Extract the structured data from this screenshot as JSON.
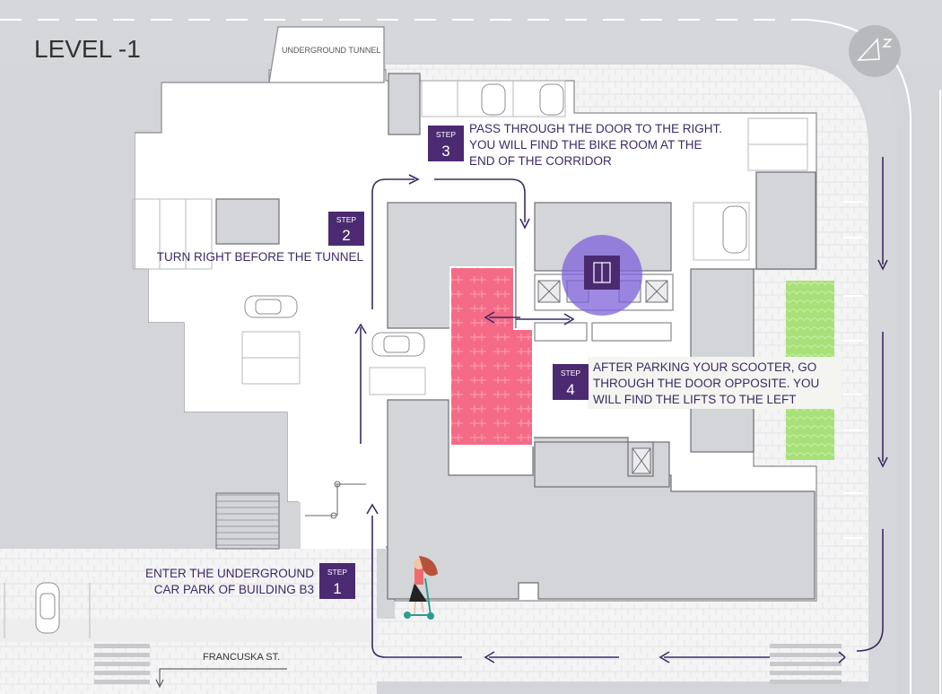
{
  "map": {
    "level_label": "LEVEL -1",
    "tunnel_label": "UNDERGROUND TUNNEL",
    "street_label": "FRANCUSKA ST.",
    "compass_icon": "compass-north-icon",
    "colors": {
      "accent": "#4b2a72",
      "bike_room": "#f56b87",
      "lift_halo": "#7d62d9",
      "green_area": "#a8e07a",
      "floor": "#ffffff",
      "walls": "#d4d5d8"
    }
  },
  "steps": [
    {
      "word": "STEP",
      "number": "1",
      "lines": [
        "ENTER THE UNDERGROUND",
        "CAR PARK OF BUILDING B3"
      ]
    },
    {
      "word": "STEP",
      "number": "2",
      "lines": [
        "TURN RIGHT BEFORE THE TUNNEL"
      ]
    },
    {
      "word": "STEP",
      "number": "3",
      "lines": [
        "PASS THROUGH THE DOOR TO THE RIGHT.",
        "YOU WILL FIND THE BIKE ROOM AT THE",
        "END OF THE CORRIDOR"
      ]
    },
    {
      "word": "STEP",
      "number": "4",
      "lines": [
        "AFTER PARKING YOUR SCOOTER, GO",
        "THROUGH THE DOOR OPPOSITE. YOU",
        "WILL FIND THE LIFTS TO THE LEFT"
      ]
    }
  ]
}
